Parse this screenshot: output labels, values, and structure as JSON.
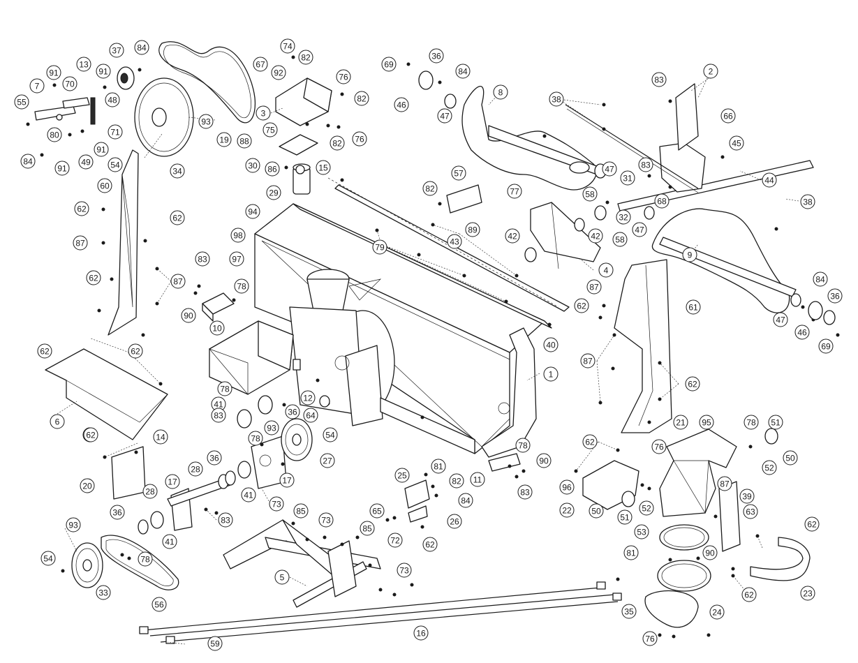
{
  "callouts": [
    {
      "id": "c1",
      "label": "1"
    },
    {
      "id": "c2",
      "label": "2"
    },
    {
      "id": "c3",
      "label": "3"
    },
    {
      "id": "c4",
      "label": "4"
    },
    {
      "id": "c5",
      "label": "5"
    },
    {
      "id": "c6",
      "label": "6"
    },
    {
      "id": "c7",
      "label": "7"
    },
    {
      "id": "c8",
      "label": "8"
    },
    {
      "id": "c9",
      "label": "9"
    },
    {
      "id": "c10",
      "label": "10"
    },
    {
      "id": "c11",
      "label": "11"
    },
    {
      "id": "c12",
      "label": "12"
    },
    {
      "id": "c13",
      "label": "13"
    },
    {
      "id": "c14",
      "label": "14"
    },
    {
      "id": "c15",
      "label": "15"
    },
    {
      "id": "c16",
      "label": "16"
    },
    {
      "id": "c17a",
      "label": "17"
    },
    {
      "id": "c17b",
      "label": "17"
    },
    {
      "id": "c19",
      "label": "19"
    },
    {
      "id": "c20",
      "label": "20"
    },
    {
      "id": "c21",
      "label": "21"
    },
    {
      "id": "c22",
      "label": "22"
    },
    {
      "id": "c23",
      "label": "23"
    },
    {
      "id": "c24",
      "label": "24"
    },
    {
      "id": "c25",
      "label": "25"
    },
    {
      "id": "c26",
      "label": "26"
    },
    {
      "id": "c27",
      "label": "27"
    },
    {
      "id": "c28a",
      "label": "28"
    },
    {
      "id": "c28b",
      "label": "28"
    },
    {
      "id": "c29",
      "label": "29"
    },
    {
      "id": "c30",
      "label": "30"
    },
    {
      "id": "c31",
      "label": "31"
    },
    {
      "id": "c32",
      "label": "32"
    },
    {
      "id": "c33",
      "label": "33"
    },
    {
      "id": "c34",
      "label": "34"
    },
    {
      "id": "c35",
      "label": "35"
    },
    {
      "id": "c36a",
      "label": "36"
    },
    {
      "id": "c36b",
      "label": "36"
    },
    {
      "id": "c36c",
      "label": "36"
    },
    {
      "id": "c36d",
      "label": "36"
    },
    {
      "id": "c36e",
      "label": "36"
    },
    {
      "id": "c37",
      "label": "37"
    },
    {
      "id": "c38a",
      "label": "38"
    },
    {
      "id": "c38b",
      "label": "38"
    },
    {
      "id": "c39",
      "label": "39"
    },
    {
      "id": "c40",
      "label": "40"
    },
    {
      "id": "c41a",
      "label": "41"
    },
    {
      "id": "c41b",
      "label": "41"
    },
    {
      "id": "c41c",
      "label": "41"
    },
    {
      "id": "c42a",
      "label": "42"
    },
    {
      "id": "c42b",
      "label": "42"
    },
    {
      "id": "c43",
      "label": "43"
    },
    {
      "id": "c44",
      "label": "44"
    },
    {
      "id": "c45",
      "label": "45"
    },
    {
      "id": "c46a",
      "label": "46"
    },
    {
      "id": "c46b",
      "label": "46"
    },
    {
      "id": "c47a",
      "label": "47"
    },
    {
      "id": "c47b",
      "label": "47"
    },
    {
      "id": "c47c",
      "label": "47"
    },
    {
      "id": "c47d",
      "label": "47"
    },
    {
      "id": "c48",
      "label": "48"
    },
    {
      "id": "c49",
      "label": "49"
    },
    {
      "id": "c50a",
      "label": "50"
    },
    {
      "id": "c50b",
      "label": "50"
    },
    {
      "id": "c51a",
      "label": "51"
    },
    {
      "id": "c51b",
      "label": "51"
    },
    {
      "id": "c52a",
      "label": "52"
    },
    {
      "id": "c52b",
      "label": "52"
    },
    {
      "id": "c53",
      "label": "53"
    },
    {
      "id": "c54a",
      "label": "54"
    },
    {
      "id": "c54b",
      "label": "54"
    },
    {
      "id": "c54c",
      "label": "54"
    },
    {
      "id": "c55",
      "label": "55"
    },
    {
      "id": "c56",
      "label": "56"
    },
    {
      "id": "c57",
      "label": "57"
    },
    {
      "id": "c58a",
      "label": "58"
    },
    {
      "id": "c58b",
      "label": "58"
    },
    {
      "id": "c59",
      "label": "59"
    },
    {
      "id": "c60",
      "label": "60"
    },
    {
      "id": "c61",
      "label": "61"
    },
    {
      "id": "c62a",
      "label": "62"
    },
    {
      "id": "c62b",
      "label": "62"
    },
    {
      "id": "c62c",
      "label": "62"
    },
    {
      "id": "c62d",
      "label": "62"
    },
    {
      "id": "c62e",
      "label": "62"
    },
    {
      "id": "c62f",
      "label": "62"
    },
    {
      "id": "c62g",
      "label": "62"
    },
    {
      "id": "c62h",
      "label": "62"
    },
    {
      "id": "c62i",
      "label": "62"
    },
    {
      "id": "c62j",
      "label": "62"
    },
    {
      "id": "c62k",
      "label": "62"
    },
    {
      "id": "c62l",
      "label": "62"
    },
    {
      "id": "c62m",
      "label": "62"
    },
    {
      "id": "c63",
      "label": "63"
    },
    {
      "id": "c64",
      "label": "64"
    },
    {
      "id": "c65",
      "label": "65"
    },
    {
      "id": "c66",
      "label": "66"
    },
    {
      "id": "c67",
      "label": "67"
    },
    {
      "id": "c68",
      "label": "68"
    },
    {
      "id": "c69a",
      "label": "69"
    },
    {
      "id": "c69b",
      "label": "69"
    },
    {
      "id": "c70",
      "label": "70"
    },
    {
      "id": "c71",
      "label": "71"
    },
    {
      "id": "c72",
      "label": "72"
    },
    {
      "id": "c73a",
      "label": "73"
    },
    {
      "id": "c73b",
      "label": "73"
    },
    {
      "id": "c73c",
      "label": "73"
    },
    {
      "id": "c74",
      "label": "74"
    },
    {
      "id": "c75",
      "label": "75"
    },
    {
      "id": "c76a",
      "label": "76"
    },
    {
      "id": "c76b",
      "label": "76"
    },
    {
      "id": "c76c",
      "label": "76"
    },
    {
      "id": "c76d",
      "label": "76"
    },
    {
      "id": "c77",
      "label": "77"
    },
    {
      "id": "c78a",
      "label": "78"
    },
    {
      "id": "c78b",
      "label": "78"
    },
    {
      "id": "c78c",
      "label": "78"
    },
    {
      "id": "c78d",
      "label": "78"
    },
    {
      "id": "c78e",
      "label": "78"
    },
    {
      "id": "c78f",
      "label": "78"
    },
    {
      "id": "c79",
      "label": "79"
    },
    {
      "id": "c80",
      "label": "80"
    },
    {
      "id": "c81a",
      "label": "81"
    },
    {
      "id": "c81b",
      "label": "81"
    },
    {
      "id": "c82a",
      "label": "82"
    },
    {
      "id": "c82b",
      "label": "82"
    },
    {
      "id": "c82c",
      "label": "82"
    },
    {
      "id": "c82d",
      "label": "82"
    },
    {
      "id": "c82e",
      "label": "82"
    },
    {
      "id": "c83a",
      "label": "83"
    },
    {
      "id": "c83b",
      "label": "83"
    },
    {
      "id": "c83c",
      "label": "83"
    },
    {
      "id": "c83d",
      "label": "83"
    },
    {
      "id": "c83e",
      "label": "83"
    },
    {
      "id": "c83f",
      "label": "83"
    },
    {
      "id": "c84a",
      "label": "84"
    },
    {
      "id": "c84b",
      "label": "84"
    },
    {
      "id": "c84c",
      "label": "84"
    },
    {
      "id": "c84d",
      "label": "84"
    },
    {
      "id": "c84e",
      "label": "84"
    },
    {
      "id": "c85a",
      "label": "85"
    },
    {
      "id": "c85b",
      "label": "85"
    },
    {
      "id": "c86",
      "label": "86"
    },
    {
      "id": "c87a",
      "label": "87"
    },
    {
      "id": "c87b",
      "label": "87"
    },
    {
      "id": "c87c",
      "label": "87"
    },
    {
      "id": "c87d",
      "label": "87"
    },
    {
      "id": "c87e",
      "label": "87"
    },
    {
      "id": "c88",
      "label": "88"
    },
    {
      "id": "c89",
      "label": "89"
    },
    {
      "id": "c90a",
      "label": "90"
    },
    {
      "id": "c90b",
      "label": "90"
    },
    {
      "id": "c90c",
      "label": "90"
    },
    {
      "id": "c91a",
      "label": "91"
    },
    {
      "id": "c91b",
      "label": "91"
    },
    {
      "id": "c91c",
      "label": "91"
    },
    {
      "id": "c91d",
      "label": "91"
    },
    {
      "id": "c92",
      "label": "92"
    },
    {
      "id": "c93a",
      "label": "93"
    },
    {
      "id": "c93b",
      "label": "93"
    },
    {
      "id": "c93c",
      "label": "93"
    },
    {
      "id": "c94",
      "label": "94"
    },
    {
      "id": "c95",
      "label": "95"
    },
    {
      "id": "c96",
      "label": "96"
    },
    {
      "id": "c97",
      "label": "97"
    },
    {
      "id": "c98",
      "label": "98"
    }
  ]
}
